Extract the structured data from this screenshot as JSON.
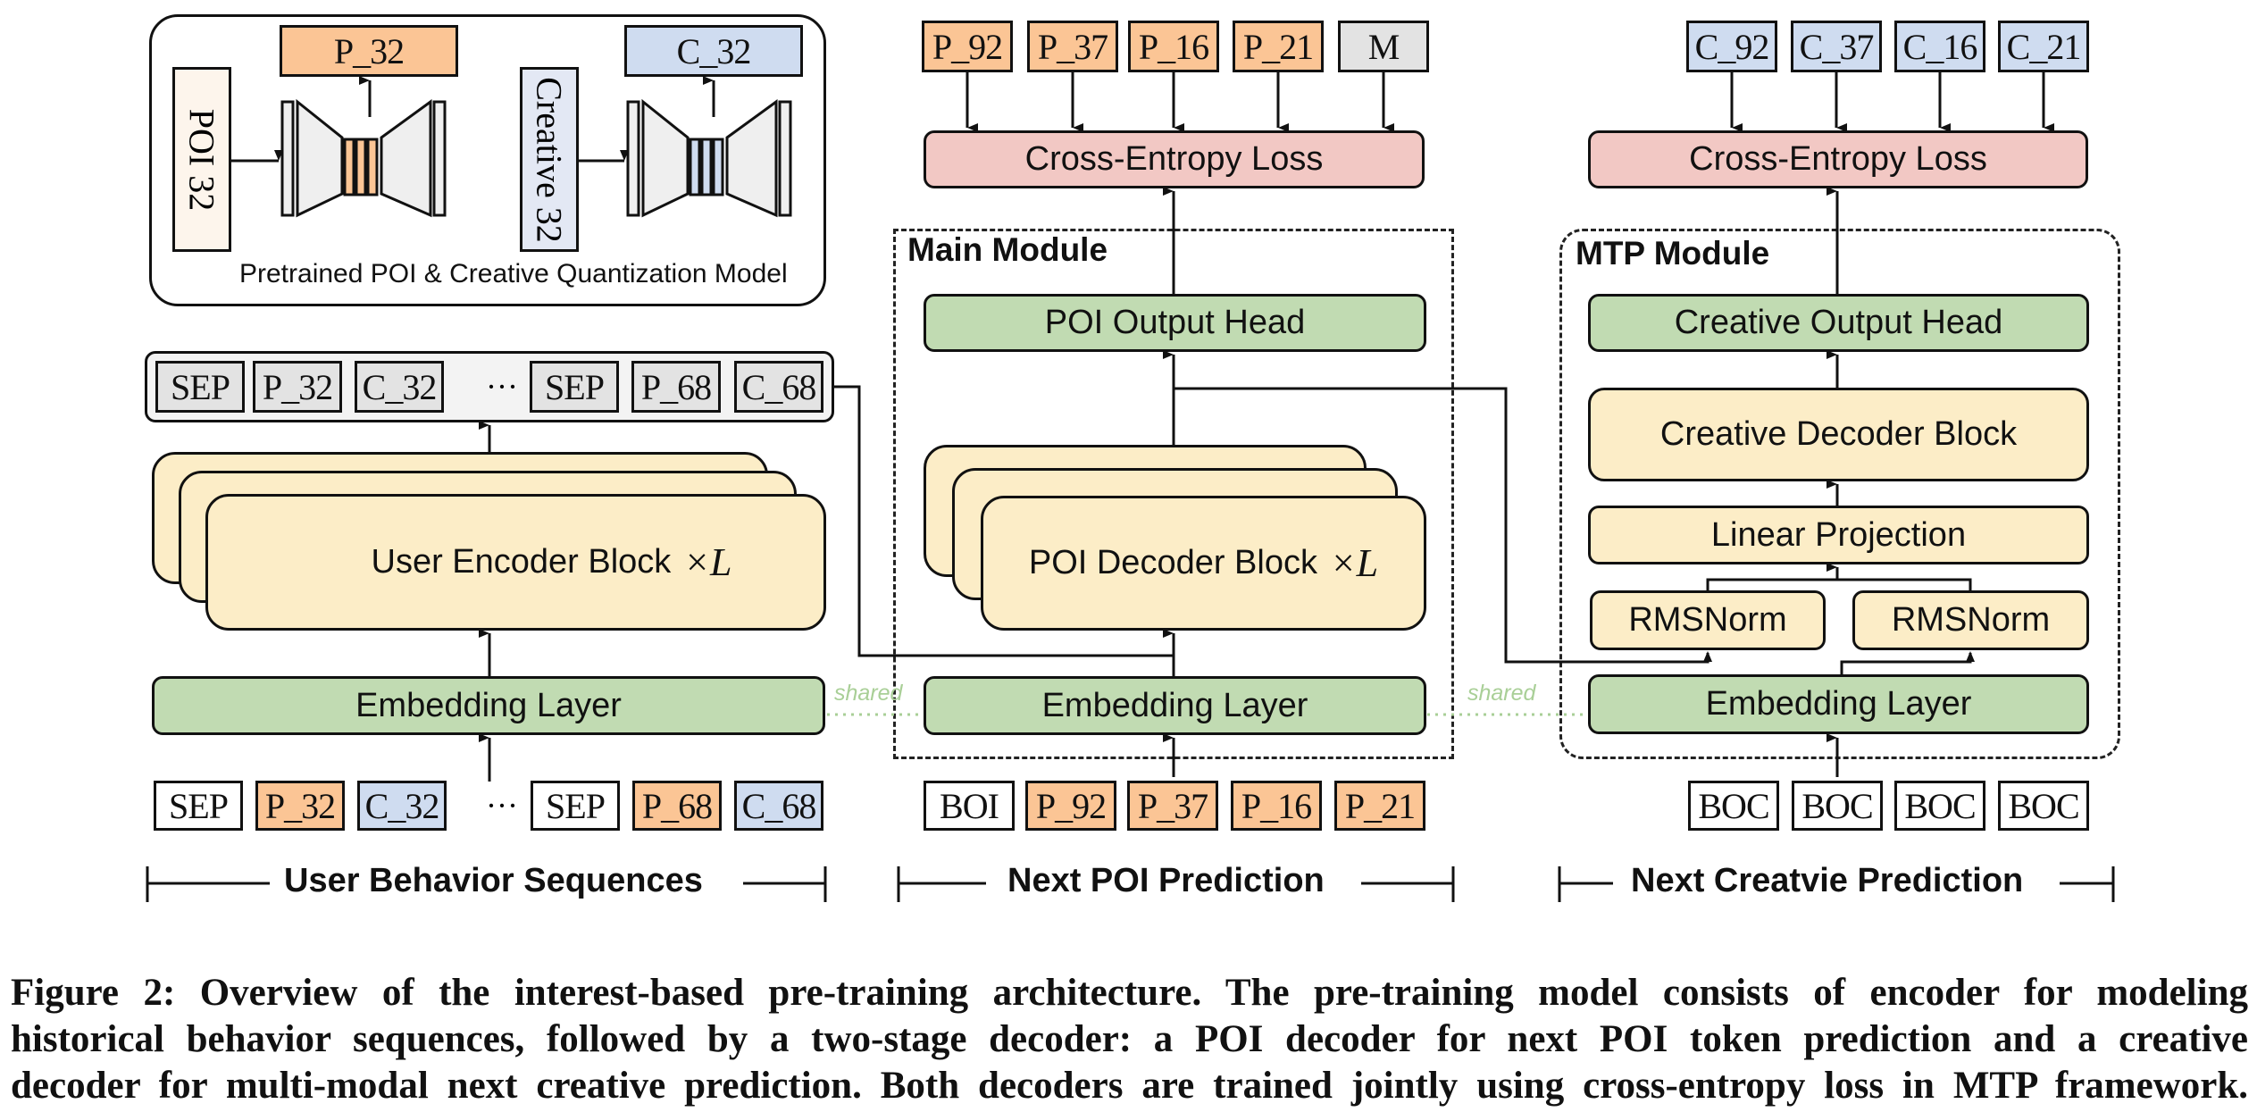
{
  "quantization": {
    "title": "Pretrained POI & Creative Quantization Model",
    "poi_input": "POI 32",
    "poi_output": "P_32",
    "creative_input": "Creative 32",
    "creative_output": "C_32"
  },
  "encoder": {
    "output_tokens": [
      "SEP",
      "P_32",
      "C_32",
      "···",
      "SEP",
      "P_68",
      "C_68"
    ],
    "block_label": "User Encoder Block",
    "block_multiplier": "×L",
    "embedding_label": "Embedding Layer",
    "input_tokens": [
      {
        "label": "SEP",
        "kind": "white"
      },
      {
        "label": "P_32",
        "kind": "orange"
      },
      {
        "label": "C_32",
        "kind": "blue"
      },
      {
        "label": "···",
        "kind": "none"
      },
      {
        "label": "SEP",
        "kind": "white"
      },
      {
        "label": "P_68",
        "kind": "orange"
      },
      {
        "label": "C_68",
        "kind": "blue"
      }
    ],
    "section_label": "User Behavior Sequences"
  },
  "main_module": {
    "title": "Main Module",
    "targets": [
      {
        "label": "P_92",
        "kind": "orange"
      },
      {
        "label": "P_37",
        "kind": "orange"
      },
      {
        "label": "P_16",
        "kind": "orange"
      },
      {
        "label": "P_21",
        "kind": "orange"
      },
      {
        "label": "M",
        "kind": "grey"
      }
    ],
    "loss_label": "Cross-Entropy Loss",
    "output_head_label": "POI Output Head",
    "decoder_label": "POI Decoder Block",
    "decoder_multiplier": "×L",
    "embedding_label": "Embedding Layer",
    "input_tokens": [
      {
        "label": "BOI",
        "kind": "white"
      },
      {
        "label": "P_92",
        "kind": "orange"
      },
      {
        "label": "P_37",
        "kind": "orange"
      },
      {
        "label": "P_16",
        "kind": "orange"
      },
      {
        "label": "P_21",
        "kind": "orange"
      }
    ],
    "section_label": "Next POI Prediction"
  },
  "mtp_module": {
    "title": "MTP Module",
    "targets": [
      {
        "label": "C_92",
        "kind": "blue"
      },
      {
        "label": "C_37",
        "kind": "blue"
      },
      {
        "label": "C_16",
        "kind": "blue"
      },
      {
        "label": "C_21",
        "kind": "blue"
      }
    ],
    "loss_label": "Cross-Entropy Loss",
    "output_head_label": "Creative Output Head",
    "decoder_label": "Creative Decoder Block",
    "projection_label": "Linear Projection",
    "norm_left_label": "RMSNorm",
    "norm_right_label": "RMSNorm",
    "embedding_label": "Embedding Layer",
    "input_tokens": [
      {
        "label": "BOC",
        "kind": "white"
      },
      {
        "label": "BOC",
        "kind": "white"
      },
      {
        "label": "BOC",
        "kind": "white"
      },
      {
        "label": "BOC",
        "kind": "white"
      }
    ],
    "section_label": "Next Creatvie Prediction"
  },
  "shared_labels": [
    "shared",
    "shared"
  ],
  "colors": {
    "poi_token": "#fbc595",
    "creative_token": "#cfdcf0",
    "mask_token": "#e3e3e3",
    "embedding": "#c1dbb2",
    "block": "#fcedc7",
    "loss": "#f2c8c4",
    "shared_line": "#a9cf97"
  },
  "caption": {
    "lines": [
      "Figure 2: Overview of the interest-based pre-training architecture. The pre-training model consists of encoder for modeling",
      "historical behavior sequences, followed by a two-stage decoder: a POI decoder for next POI token prediction and a creative",
      "decoder for multi-modal next creative prediction. Both decoders are trained jointly using cross-entropy loss in MTP framework."
    ]
  }
}
